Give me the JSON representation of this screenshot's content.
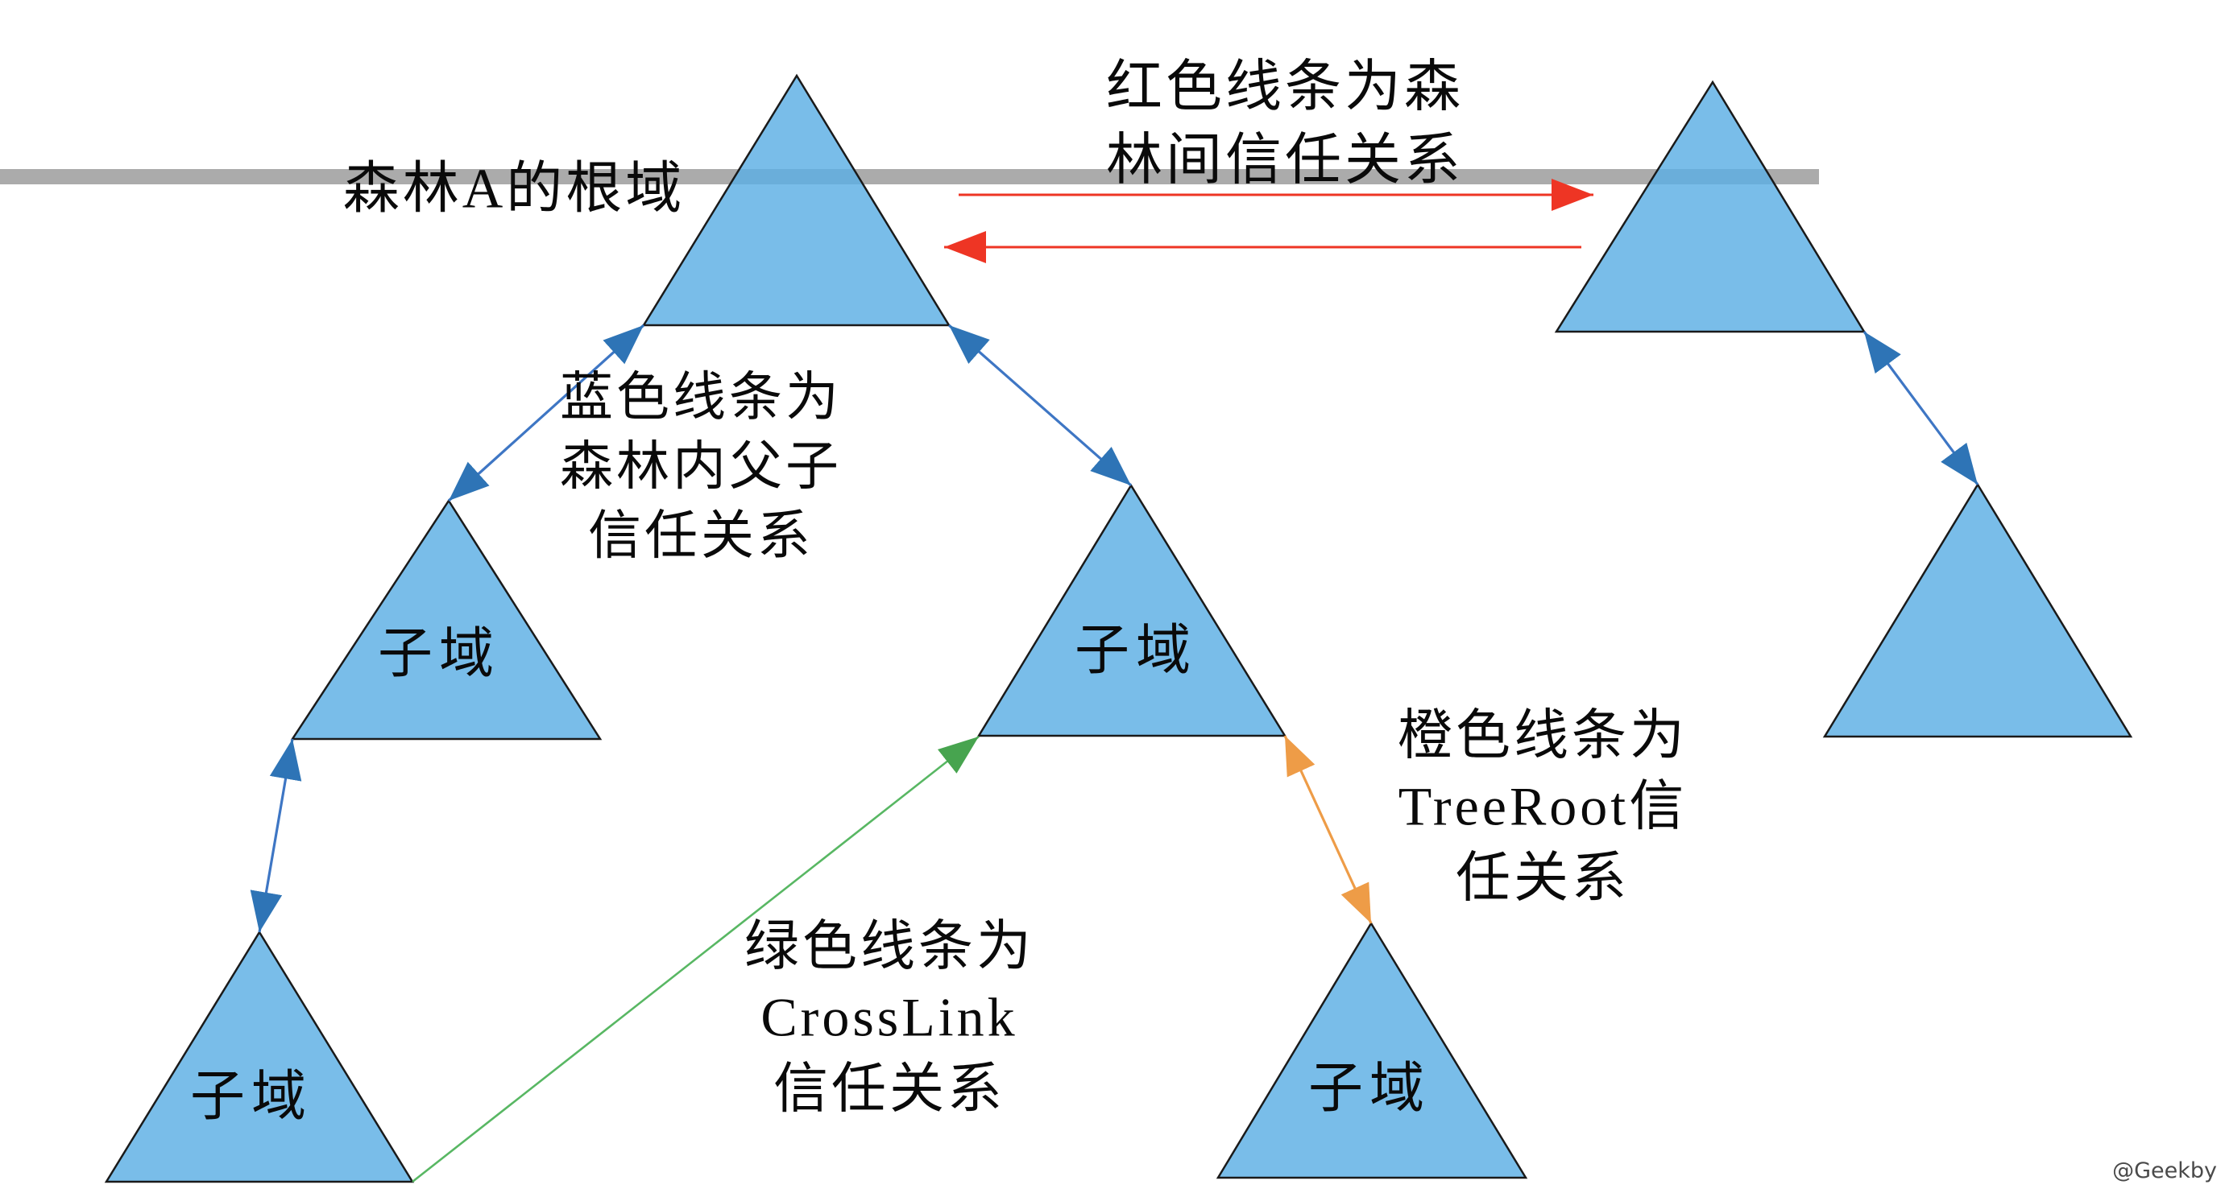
{
  "diagram": {
    "forest_a_root_label": "森林A的根域",
    "watermark": "@Geekby",
    "node_shape": "triangle",
    "legends": {
      "red": "红色线条为森\n林间信任关系",
      "blue": "蓝色线条为\n森林内父子\n信任关系",
      "green": "绿色线条为\nCrossLink\n信任关系",
      "orange": "橙色线条为\nTreeRoot信\n任关系"
    },
    "nodes": [
      {
        "id": "forest-a-root-domain",
        "label": ""
      },
      {
        "id": "forest-b-root-domain",
        "label": ""
      },
      {
        "id": "child-domain-left",
        "label": "子域"
      },
      {
        "id": "child-domain-center",
        "label": "子域"
      },
      {
        "id": "tree-b-child-domain",
        "label": ""
      },
      {
        "id": "grandchild-domain-left",
        "label": "子域"
      },
      {
        "id": "grandchild-domain-center",
        "label": "子域"
      }
    ],
    "trusts": [
      {
        "line_color": "red",
        "meaning": "森林间信任关系",
        "arrows": "two one-way arrows between the two forest root domains"
      },
      {
        "line_color": "blue",
        "meaning": "森林内父子信任关系",
        "arrows": "bidirectional parent-child links"
      },
      {
        "line_color": "green",
        "meaning": "CrossLink信任关系",
        "arrows": "one-way link from left grandchild to center child domain"
      },
      {
        "line_color": "orange",
        "meaning": "TreeRoot信任关系",
        "arrows": "bidirectional link between center child and its lower domain"
      }
    ]
  },
  "colors": {
    "background": "#ffffff",
    "triangle_fill": "#5BAEE4",
    "triangle_stroke": "#1a1a1a",
    "boundary_bar": "#ABABAB",
    "red": "#EE3524",
    "blue_line": "#3E76C4",
    "blue_head": "#2E74B6",
    "green_line": "#58B763",
    "green_head": "#47A44F",
    "orange": "#EE9C47",
    "text": "#0a0a0a",
    "watermark": "#4a4a4a"
  }
}
